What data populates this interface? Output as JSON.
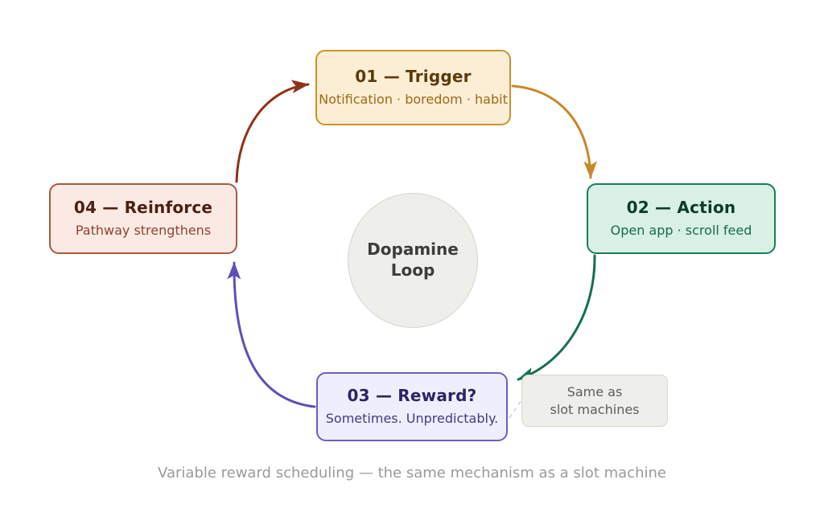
{
  "diagram": {
    "title_hub": "Dopamine\nLoop",
    "hub_line1": "Dopamine",
    "hub_line2": "Loop",
    "caption": "Variable reward scheduling — the same mechanism as a slot machine",
    "background": "#ffffff"
  },
  "nodes": [
    {
      "id": "trigger",
      "title": "01 — Trigger",
      "subtitle": "Notification · boredom · habit",
      "fill": "#fbeed5",
      "border": "#c8952a",
      "title_color": "#5c3a0c",
      "subtitle_color": "#9c6b18"
    },
    {
      "id": "action",
      "title": "02 — Action",
      "subtitle": "Open app · scroll feed",
      "fill": "#d9f0e4",
      "border": "#1f7a58",
      "title_color": "#0d3b2a",
      "subtitle_color": "#186b4c"
    },
    {
      "id": "reward",
      "title": "03 — Reward?",
      "subtitle": "Sometimes. Unpredictably.",
      "fill": "#eeeefc",
      "border": "#6b5fc4",
      "title_color": "#2c2466",
      "subtitle_color": "#413a86"
    },
    {
      "id": "reinforce",
      "title": "04 — Reinforce",
      "subtitle": "Pathway strengthens",
      "fill": "#fbeae4",
      "border": "#a85a3c",
      "title_color": "#4a2113",
      "subtitle_color": "#8c4530"
    }
  ],
  "note": {
    "line1": "Same as",
    "line2": "slot machines",
    "fill": "#eeeeea",
    "border": "#d7d7d0",
    "text_color": "#5d5d5d"
  },
  "arrows": [
    {
      "id": "trigger-to-action",
      "from": "trigger",
      "to": "action",
      "color": "#c8882a"
    },
    {
      "id": "action-to-reward",
      "from": "action",
      "to": "reward",
      "color": "#14704e"
    },
    {
      "id": "reward-to-reinforce",
      "from": "reward",
      "to": "reinforce",
      "color": "#5b51b8"
    },
    {
      "id": "reinforce-to-trigger",
      "from": "reinforce",
      "to": "trigger",
      "color": "#8e3317"
    }
  ],
  "connector": {
    "id": "reward-to-note",
    "style": "dashed",
    "color": "#cfcfe6"
  }
}
